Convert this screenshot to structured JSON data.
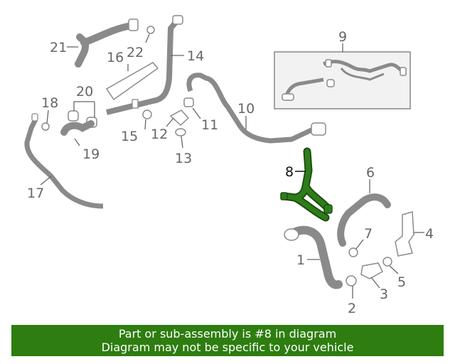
{
  "colors": {
    "highlight": "#2e7d1a",
    "banner": "#2e7d10",
    "part_outline": "#8a8a8a",
    "label": "#666666"
  },
  "callouts": {
    "c1": "1",
    "c2": "2",
    "c3": "3",
    "c4": "4",
    "c5": "5",
    "c6": "6",
    "c7": "7",
    "c8": "8",
    "c9": "9",
    "c10": "10",
    "c11": "11",
    "c12": "12",
    "c13": "13",
    "c14": "14",
    "c15": "15",
    "c16": "16",
    "c17": "17",
    "c18": "18",
    "c19": "19",
    "c20": "20",
    "c21": "21",
    "c22": "22"
  },
  "highlighted_part": "8",
  "banner": {
    "line1": "Part or sub-assembly is #8 in diagram",
    "line2": "Diagram may not be specific to your vehicle"
  }
}
